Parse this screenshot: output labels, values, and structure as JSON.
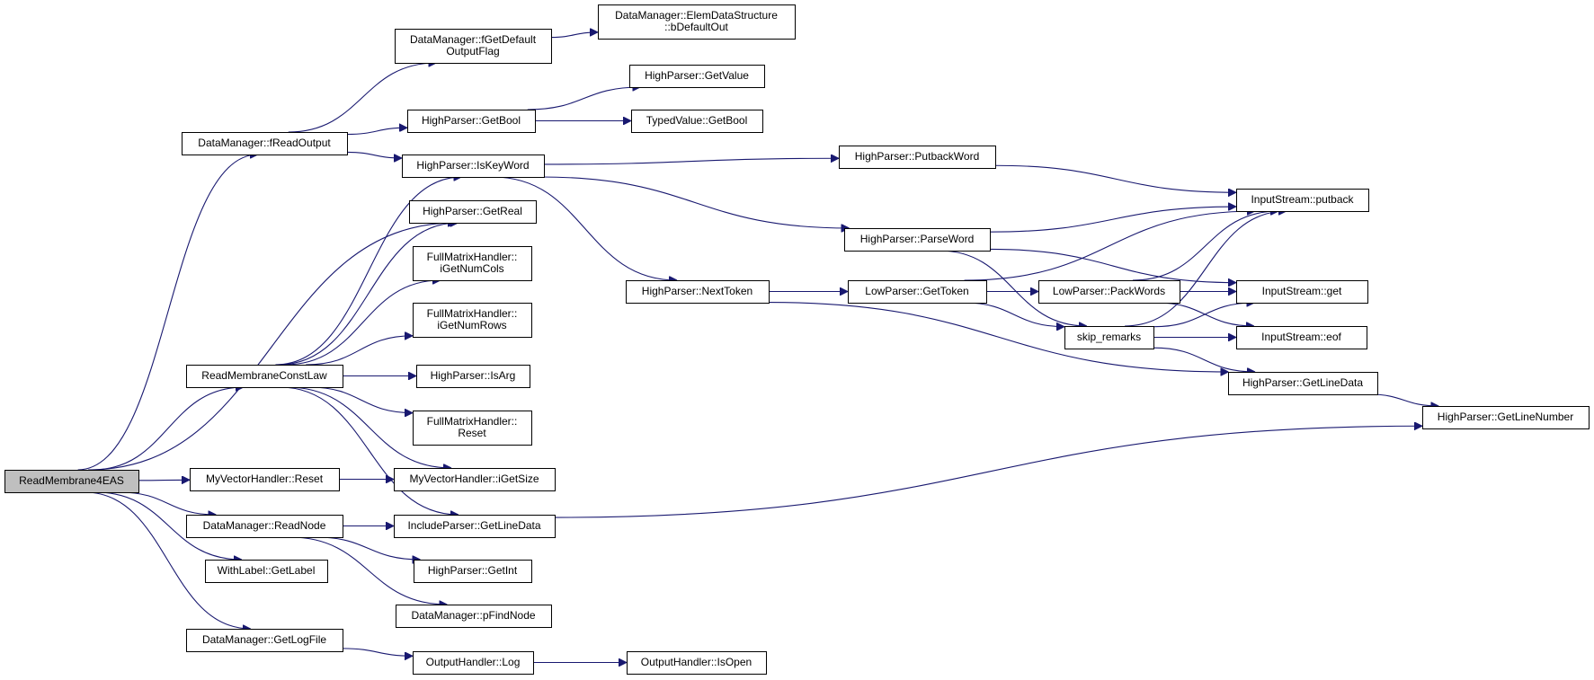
{
  "diagram": {
    "root_fill": "#bfbfbf",
    "edge_color": "#191970",
    "nodes": [
      {
        "id": "root",
        "lines": [
          "ReadMembrane4EAS"
        ],
        "root": true
      },
      {
        "id": "dm_fReadOutput",
        "lines": [
          "DataManager::fReadOutput"
        ]
      },
      {
        "id": "dm_fGetDefault",
        "lines": [
          "DataManager::fGetDefault",
          "OutputFlag"
        ]
      },
      {
        "id": "dm_elem",
        "lines": [
          "DataManager::ElemDataStructure",
          "::bDefaultOut"
        ]
      },
      {
        "id": "hp_GetBool",
        "lines": [
          "HighParser::GetBool"
        ]
      },
      {
        "id": "hp_GetValue",
        "lines": [
          "HighParser::GetValue"
        ]
      },
      {
        "id": "tv_GetBool",
        "lines": [
          "TypedValue::GetBool"
        ]
      },
      {
        "id": "hp_IsKeyWord",
        "lines": [
          "HighParser::IsKeyWord"
        ]
      },
      {
        "id": "hp_PutbackWord",
        "lines": [
          "HighParser::PutbackWord"
        ]
      },
      {
        "id": "is_putback",
        "lines": [
          "InputStream::putback"
        ]
      },
      {
        "id": "hp_GetReal",
        "lines": [
          "HighParser::GetReal"
        ]
      },
      {
        "id": "hp_ParseWord",
        "lines": [
          "HighParser::ParseWord"
        ]
      },
      {
        "id": "fm_iGetNumCols",
        "lines": [
          "FullMatrixHandler::",
          "iGetNumCols"
        ]
      },
      {
        "id": "hp_NextToken",
        "lines": [
          "HighParser::NextToken"
        ]
      },
      {
        "id": "lp_GetToken",
        "lines": [
          "LowParser::GetToken"
        ]
      },
      {
        "id": "lp_PackWords",
        "lines": [
          "LowParser::PackWords"
        ]
      },
      {
        "id": "is_get",
        "lines": [
          "InputStream::get"
        ]
      },
      {
        "id": "fm_iGetNumRows",
        "lines": [
          "FullMatrixHandler::",
          "iGetNumRows"
        ]
      },
      {
        "id": "skip_remarks",
        "lines": [
          "skip_remarks"
        ]
      },
      {
        "id": "is_eof",
        "lines": [
          "InputStream::eof"
        ]
      },
      {
        "id": "rmcl",
        "lines": [
          "ReadMembraneConstLaw"
        ]
      },
      {
        "id": "hp_IsArg",
        "lines": [
          "HighParser::IsArg"
        ]
      },
      {
        "id": "hp_GetLineData",
        "lines": [
          "HighParser::GetLineData"
        ]
      },
      {
        "id": "hp_GetLineNumber",
        "lines": [
          "HighParser::GetLineNumber"
        ]
      },
      {
        "id": "fm_Reset",
        "lines": [
          "FullMatrixHandler::",
          "Reset"
        ]
      },
      {
        "id": "mvh_Reset",
        "lines": [
          "MyVectorHandler::Reset"
        ]
      },
      {
        "id": "mvh_iGetSize",
        "lines": [
          "MyVectorHandler::iGetSize"
        ]
      },
      {
        "id": "dm_ReadNode",
        "lines": [
          "DataManager::ReadNode"
        ]
      },
      {
        "id": "ip_GetLineData",
        "lines": [
          "IncludeParser::GetLineData"
        ]
      },
      {
        "id": "hp_GetInt",
        "lines": [
          "HighParser::GetInt"
        ]
      },
      {
        "id": "wl_GetLabel",
        "lines": [
          "WithLabel::GetLabel"
        ]
      },
      {
        "id": "dm_pFindNode",
        "lines": [
          "DataManager::pFindNode"
        ]
      },
      {
        "id": "dm_GetLogFile",
        "lines": [
          "DataManager::GetLogFile"
        ]
      },
      {
        "id": "oh_Log",
        "lines": [
          "OutputHandler::Log"
        ]
      },
      {
        "id": "oh_IsOpen",
        "lines": [
          "OutputHandler::IsOpen"
        ]
      }
    ],
    "edges": [
      {
        "from": "root",
        "to": "dm_fReadOutput"
      },
      {
        "from": "root",
        "to": "hp_GetReal"
      },
      {
        "from": "root",
        "to": "rmcl"
      },
      {
        "from": "root",
        "to": "mvh_Reset"
      },
      {
        "from": "root",
        "to": "dm_ReadNode"
      },
      {
        "from": "root",
        "to": "wl_GetLabel"
      },
      {
        "from": "root",
        "to": "dm_GetLogFile"
      },
      {
        "from": "dm_fReadOutput",
        "to": "dm_fGetDefault"
      },
      {
        "from": "dm_fReadOutput",
        "to": "hp_GetBool"
      },
      {
        "from": "dm_fReadOutput",
        "to": "hp_IsKeyWord"
      },
      {
        "from": "dm_fGetDefault",
        "to": "dm_elem"
      },
      {
        "from": "hp_GetBool",
        "to": "hp_GetValue"
      },
      {
        "from": "hp_GetBool",
        "to": "tv_GetBool"
      },
      {
        "from": "hp_IsKeyWord",
        "to": "hp_PutbackWord"
      },
      {
        "from": "hp_IsKeyWord",
        "to": "hp_ParseWord"
      },
      {
        "from": "hp_IsKeyWord",
        "to": "hp_NextToken"
      },
      {
        "from": "hp_PutbackWord",
        "to": "is_putback"
      },
      {
        "from": "hp_ParseWord",
        "to": "is_putback"
      },
      {
        "from": "hp_ParseWord",
        "to": "is_get"
      },
      {
        "from": "hp_ParseWord",
        "to": "skip_remarks"
      },
      {
        "from": "hp_NextToken",
        "to": "lp_GetToken"
      },
      {
        "from": "hp_NextToken",
        "to": "hp_GetLineData"
      },
      {
        "from": "lp_GetToken",
        "to": "is_putback"
      },
      {
        "from": "lp_GetToken",
        "to": "lp_PackWords"
      },
      {
        "from": "lp_GetToken",
        "to": "skip_remarks"
      },
      {
        "from": "lp_PackWords",
        "to": "is_putback"
      },
      {
        "from": "lp_PackWords",
        "to": "is_get"
      },
      {
        "from": "lp_PackWords",
        "to": "is_eof"
      },
      {
        "from": "skip_remarks",
        "to": "is_putback"
      },
      {
        "from": "skip_remarks",
        "to": "is_get"
      },
      {
        "from": "skip_remarks",
        "to": "is_eof"
      },
      {
        "from": "skip_remarks",
        "to": "hp_GetLineData"
      },
      {
        "from": "hp_GetLineData",
        "to": "hp_GetLineNumber"
      },
      {
        "from": "rmcl",
        "to": "hp_IsKeyWord"
      },
      {
        "from": "rmcl",
        "to": "hp_GetReal"
      },
      {
        "from": "rmcl",
        "to": "fm_iGetNumCols"
      },
      {
        "from": "rmcl",
        "to": "fm_iGetNumRows"
      },
      {
        "from": "rmcl",
        "to": "hp_IsArg"
      },
      {
        "from": "rmcl",
        "to": "fm_Reset"
      },
      {
        "from": "rmcl",
        "to": "mvh_iGetSize"
      },
      {
        "from": "rmcl",
        "to": "ip_GetLineData"
      },
      {
        "from": "mvh_Reset",
        "to": "mvh_iGetSize"
      },
      {
        "from": "dm_ReadNode",
        "to": "ip_GetLineData"
      },
      {
        "from": "dm_ReadNode",
        "to": "hp_GetInt"
      },
      {
        "from": "dm_ReadNode",
        "to": "dm_pFindNode"
      },
      {
        "from": "ip_GetLineData",
        "to": "hp_GetLineNumber"
      },
      {
        "from": "dm_GetLogFile",
        "to": "oh_Log"
      },
      {
        "from": "oh_Log",
        "to": "oh_IsOpen"
      }
    ]
  }
}
